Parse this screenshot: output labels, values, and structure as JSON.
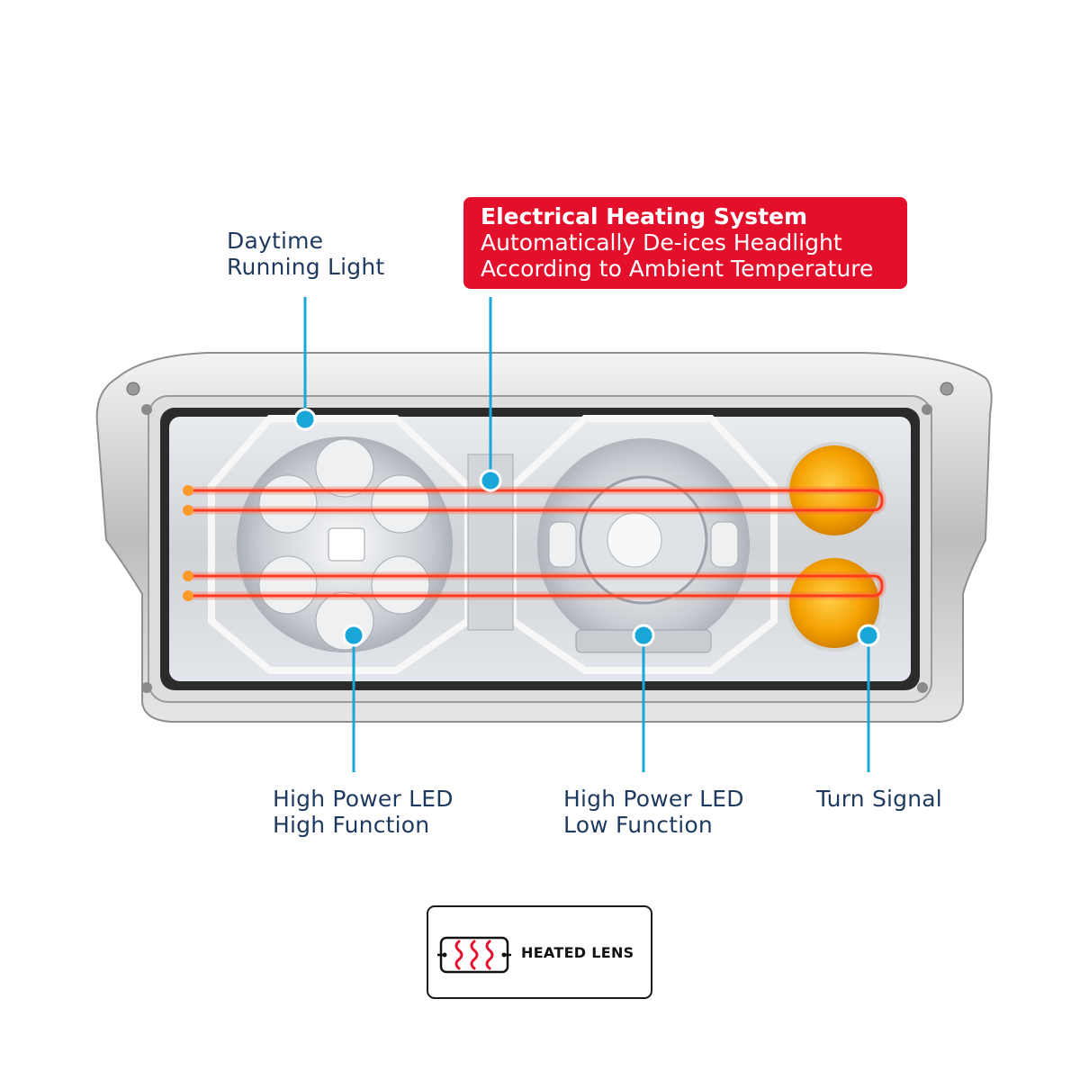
{
  "callout": {
    "title": "Electrical Heating System",
    "line1": "Automatically De-ices Headlight",
    "line2": "According to Ambient Temperature",
    "color": "#e4102b"
  },
  "labels": {
    "drl": {
      "line1": "Daytime",
      "line2": "Running Light"
    },
    "high": {
      "line1": "High Power LED",
      "line2": "High Function"
    },
    "low": {
      "line1": "High Power LED",
      "line2": "Low Function"
    },
    "turn": {
      "line1": "Turn Signal"
    }
  },
  "badge": {
    "text": "HEATED LENS",
    "icon": "heated-lens-icon"
  },
  "colors": {
    "pointer": "#19a7d9",
    "label_text": "#1f3a5f",
    "heater_wire": "#ff3b1f",
    "amber": "#f5a000"
  }
}
